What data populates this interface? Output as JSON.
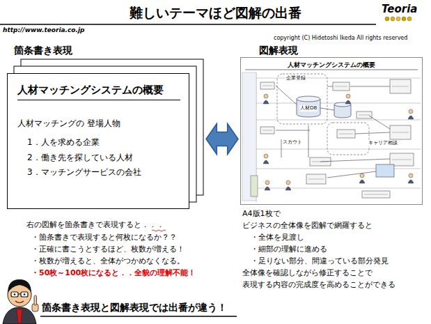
{
  "diagram": {
    "title": "難しいテーマほど図解の出番",
    "caption": "箇条書き表現と図解表現では出番が違う！",
    "nodes": [
      {
        "text": [
          "人材マッチングシステムの概要",
          "人材マッチングの 登場人物",
          "1．人を求める企業",
          "2．働き先を探している人材",
          "3．マッチングサービスの会社"
        ]
      },
      {
        "text": [
          "人材マッチングシステムの概要"
        ]
      }
    ],
    "edges": [
      {
        "from": 0,
        "to": 1,
        "arrow": "both"
      }
    ],
    "labels": [
      "http://www.teoria.co.jp",
      "copyright (C)  Hidetoshi  Ikeda All rights reserved",
      "Teoria",
      "箇条書き表現",
      "図解表現",
      "右の図解を箇条書きで表現すると．．．",
      "・箇条書きで表現すると何枚になるか？？",
      "・正確に書こうとするほど、枚数が増える！",
      "・枚数が増えると、全体がつかめなくなる。",
      "・50枚～100枚になると．．全貌の理解不能！",
      "A4版1枚で",
      "ビジネスの全体像を図解で網羅すると",
      "・全体を見渡し",
      "・細部の理解に進める",
      "・足りない部分、間違っている部分発見",
      "全体像を確認しながら修正することで",
      "表現する内容の完成度を高めることができる",
      "企業登録",
      "人材DB",
      "スカウト",
      "キャリア相談"
    ]
  }
}
